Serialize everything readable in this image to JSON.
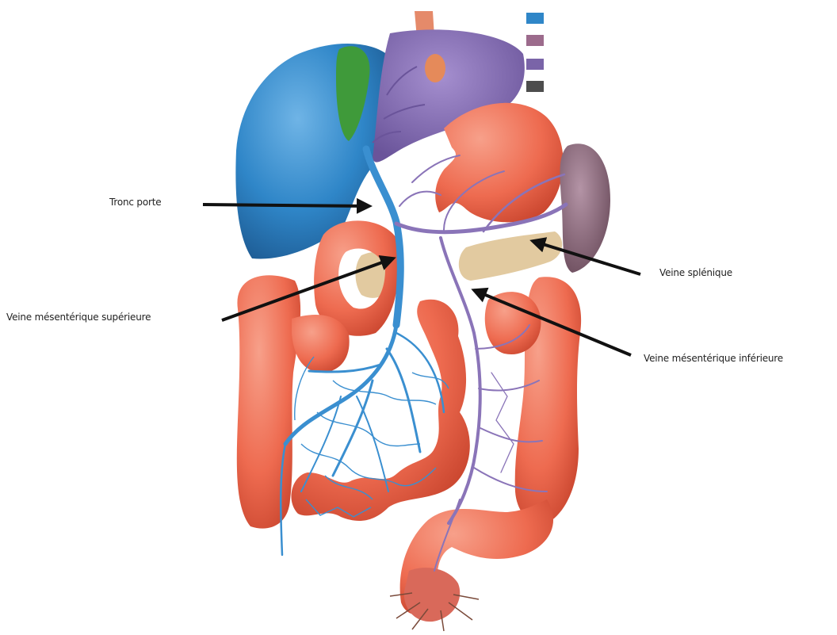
{
  "labels": {
    "tronc_porte": "Tronc porte",
    "veine_mesenterique_superieure": "Veine mésentérique supérieure",
    "veine_splenique": "Veine splénique",
    "veine_mesenterique_inferieure": "Veine mésentérique inférieure"
  },
  "colors": {
    "liver": "#2f86c8",
    "gallbladder": "#3f9a3a",
    "portal_system_purple": "#7a64a8",
    "intestine": "#ef6b4f",
    "spleen": "#8a6878",
    "pancreas": "#e2caa0",
    "vein_blue": "#3a8fd0",
    "vein_purple": "#8a74b8"
  },
  "legend_swatches": [
    "#2f86c8",
    "#9c6b8c",
    "#7a64a8",
    "#4d4d4d"
  ]
}
